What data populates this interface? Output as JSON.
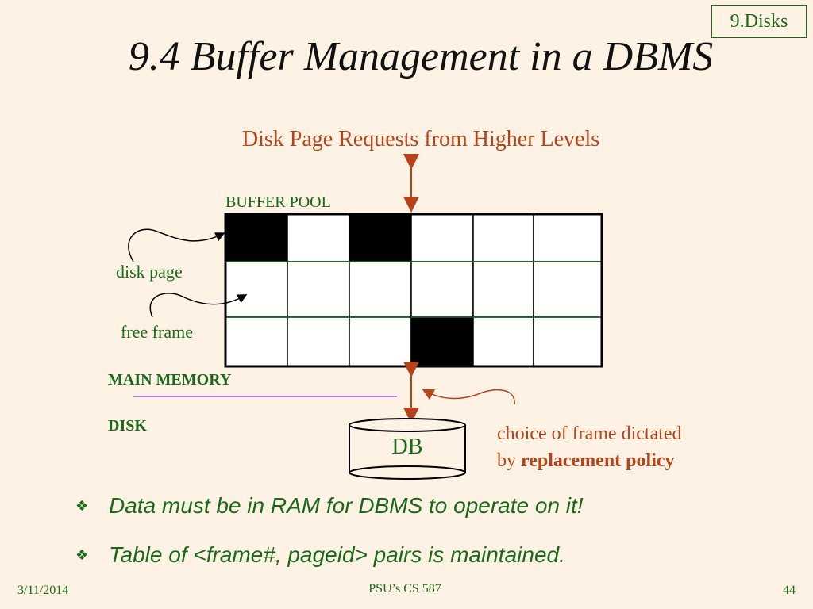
{
  "section_tag": "9.Disks",
  "title": "9.4 Buffer Management in a DBMS",
  "diagram": {
    "requests_label": "Disk Page Requests from Higher Levels",
    "buffer_pool_label": "BUFFER POOL",
    "disk_page_label": "disk page",
    "free_frame_label": "free frame",
    "main_memory_label": "MAIN MEMORY",
    "disk_label": "DISK",
    "db_label": "DB",
    "choice_text_line1": "choice of frame dictated",
    "choice_text_by": "by ",
    "choice_text_bold": "replacement policy",
    "grid": {
      "rows": 3,
      "cols": 6,
      "filled": [
        [
          0,
          0
        ],
        [
          0,
          2
        ],
        [
          2,
          3
        ]
      ]
    },
    "colors": {
      "accent_green": "#1a6a1a",
      "accent_orange": "#b8431a",
      "background": "#fdf2e4",
      "divider_purple": "#b27ee8"
    }
  },
  "bullets": [
    "Data must be in RAM for DBMS to operate on it!",
    "Table of <frame#, pageid> pairs is maintained."
  ],
  "bullet_icon": "diamond-bullet-icon",
  "footer": {
    "date": "3/11/2014",
    "course": "PSU’s CS 587",
    "page": "44"
  }
}
